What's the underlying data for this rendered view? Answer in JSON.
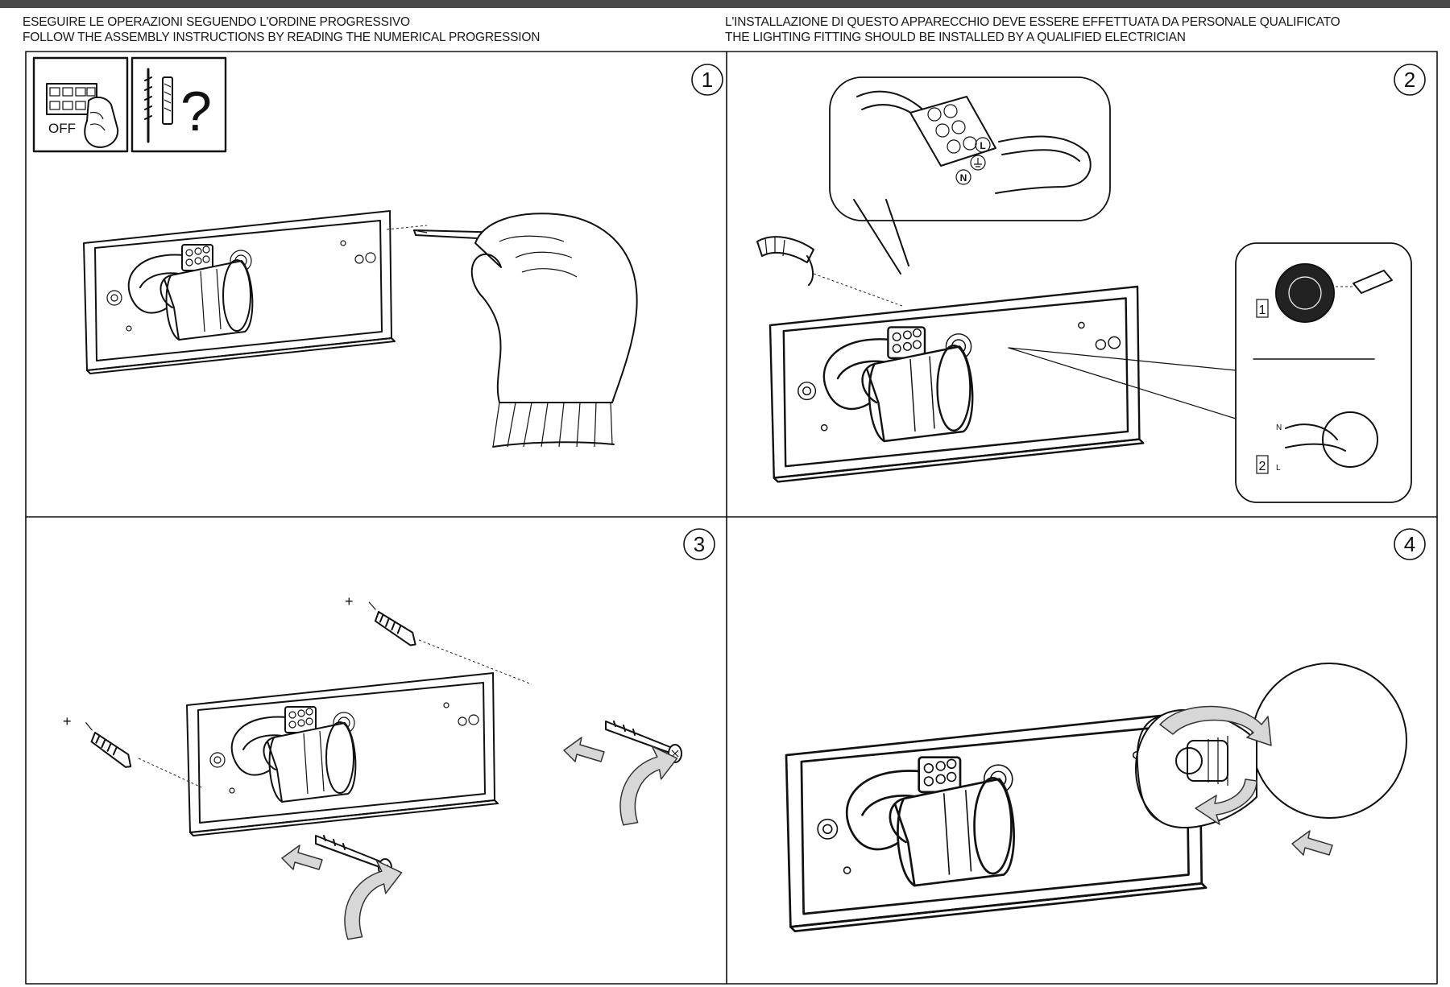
{
  "header": {
    "left_line1": "ESEGUIRE LE OPERAZIONI SEGUENDO L'ORDINE PROGRESSIVO",
    "left_line2": "FOLLOW THE ASSEMBLY INSTRUCTIONS BY READING THE NUMERICAL PROGRESSION",
    "right_line1": "L'INSTALLAZIONE DI QUESTO APPARECCHIO DEVE ESSERE EFFETTUATA DA PERSONALE QUALIFICATO",
    "right_line2": "THE LIGHTING FITTING SHOULD BE INSTALLED BY A QUALIFIED ELECTRICIAN"
  },
  "steps": [
    {
      "number": "1",
      "off_label": "OFF",
      "tools_symbol": "?"
    },
    {
      "number": "2",
      "terminal_labels": [
        "N",
        "L"
      ],
      "sub_steps": [
        "1",
        "2"
      ],
      "wire_labels": [
        "N",
        "L"
      ]
    },
    {
      "number": "3"
    },
    {
      "number": "4"
    }
  ],
  "colors": {
    "line": "#111111",
    "arrow_fill": "#d7d7d7",
    "topbar": "#4a4a4a"
  }
}
